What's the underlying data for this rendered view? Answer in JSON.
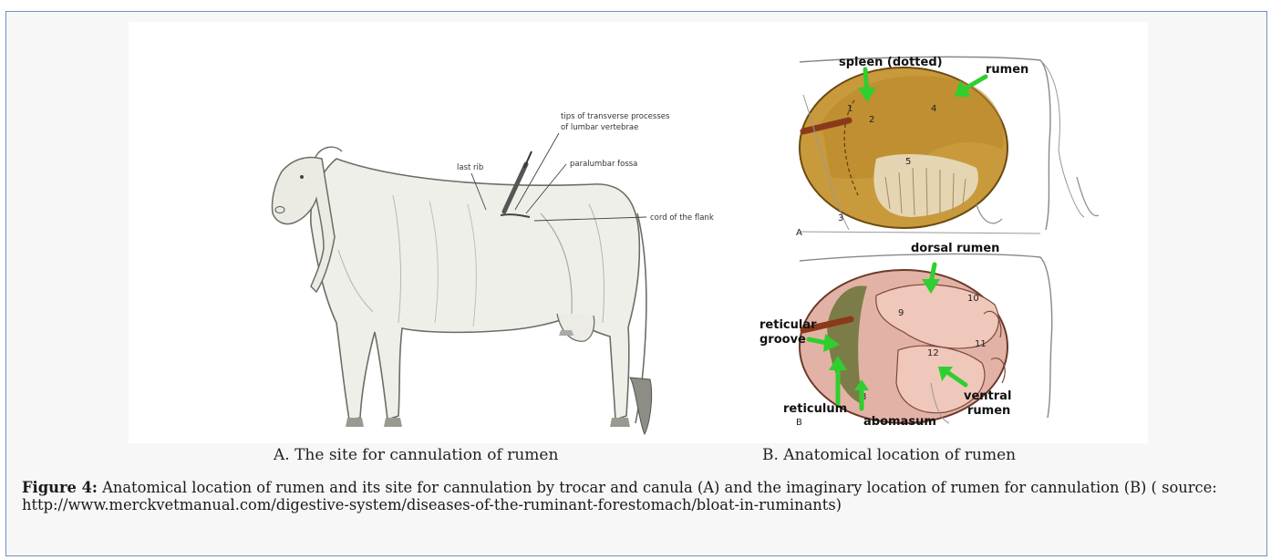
{
  "figure": {
    "panel_a": {
      "labels": {
        "tips": [
          "tips of transverse processes",
          "of lumbar vertebrae"
        ],
        "last_rib": "last rib",
        "paralumbar_fossa": "paralumbar fossa",
        "cord_of_flank": "cord of the flank"
      }
    },
    "panel_b_top": {
      "labels": {
        "spleen": "spleen (dotted)",
        "rumen": "rumen"
      },
      "numbers": [
        "1",
        "2",
        "3",
        "4",
        "5"
      ],
      "corner_letter": "A"
    },
    "panel_b_bottom": {
      "labels": {
        "dorsal_rumen": "dorsal rumen",
        "reticular_groove": [
          "reticular",
          "groove"
        ],
        "reticulum": "reticulum",
        "abomasum": "abomasum",
        "ventral_rumen": [
          "ventral",
          "rumen"
        ]
      },
      "numbers": [
        "8",
        "9",
        "10",
        "11",
        "12"
      ],
      "corner_letter": "B"
    },
    "subcaption_a": "A.  The site for cannulation of rumen",
    "subcaption_b": "B. Anatomical location of rumen",
    "caption_label": "Figure 4:",
    "caption_text": " Anatomical location of rumen and its site for cannulation by trocar and canula (A) and the imaginary location of rumen for cannulation (B) ( source: http://www.merckvetmanual.com/digestive-system/diseases-of-the-ruminant-forestomach/bloat-in-ruminants)"
  }
}
